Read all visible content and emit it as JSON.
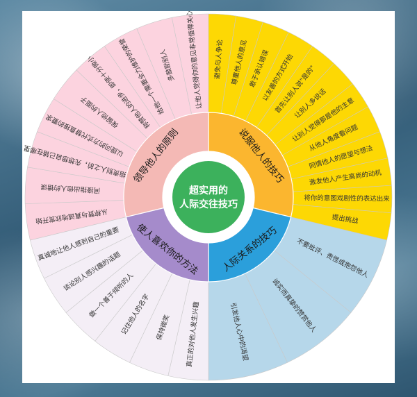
{
  "center": {
    "lines": [
      "超实用的",
      "人际交往技巧"
    ],
    "fill": "#3cb15c",
    "ring": "#ffffff"
  },
  "sectors": [
    {
      "id": "principles",
      "title": "领导他人的原则",
      "inner_color": "#f4b9b5",
      "outer_color": "#fcd3df",
      "items": [
        "从称赞与真诚地欣赏开始",
        "间接指出他人的错误",
        "指责别人之前，先想想自己错在哪里",
        "以提问的方式代替直接的要求",
        "保留他人的面子",
        "称赞他人的进步，即使十分微小",
        "给他一个需要全力维护的荣誉",
        "多鼓励别人",
        "让他人觉得你的意见非常值得关心"
      ]
    },
    {
      "id": "persuade",
      "title": "说服他人的技巧",
      "inner_color": "#fbb62f",
      "outer_color": "#fdd804",
      "items": [
        "避免与人争论",
        "尊重他人的意见",
        "敢于承认错误",
        "以友善的方式开始",
        "首先让别人说\"是的\"",
        "让别人多说话",
        "让别人觉得那是他的主意",
        "从他人角度看问题",
        "同情他人的愿望与想法",
        "激发他人产生高尚的动机",
        "将你的意图戏剧性的表达出来",
        "提出挑战"
      ]
    },
    {
      "id": "relations",
      "title": "人际关系的技巧",
      "inner_color": "#2b9fdb",
      "outer_color": "#b6d7ea",
      "items": [
        "不要批评、责怪或抱怨他人",
        "诚实而真挚的赞赏他人",
        "引发他人心中的渴望"
      ]
    },
    {
      "id": "likable",
      "title": "使人喜欢你的方法",
      "inner_color": "#a58bcb",
      "outer_color": "#f4eef6",
      "items": [
        "真正的对他人发生兴趣",
        "保持微笑",
        "记住他人的名字",
        "做一个善于倾听的人",
        "谈论别人感兴趣的话题",
        "真诚地让他人感到自己的重要"
      ]
    }
  ]
}
